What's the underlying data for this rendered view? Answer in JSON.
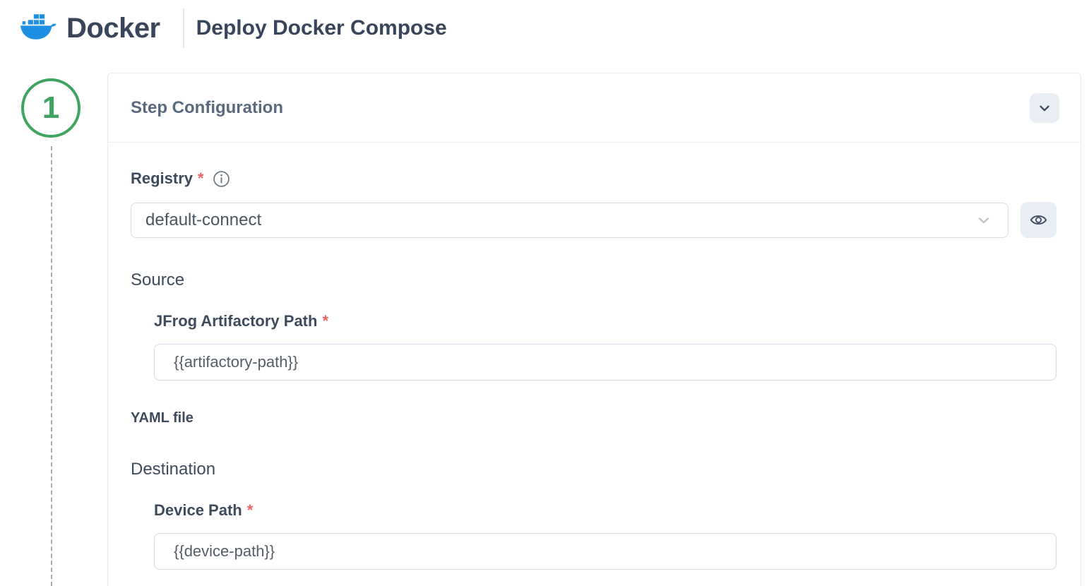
{
  "header": {
    "app_title": "Docker",
    "page_title": "Deploy Docker Compose"
  },
  "step": {
    "number": "1",
    "title": "Step Configuration"
  },
  "form": {
    "registry": {
      "label": "Registry",
      "required_mark": "*",
      "selected_value": "default-connect"
    },
    "source_section_label": "Source",
    "artifactory_path": {
      "label": "JFrog Artifactory Path",
      "required_mark": "*",
      "value": "{{artifactory-path}}"
    },
    "yaml_file_label": "YAML file",
    "destination_section_label": "Destination",
    "device_path": {
      "label": "Device Path",
      "required_mark": "*",
      "value": "{{device-path}}"
    }
  },
  "icons": {
    "logo": "docker-whale-icon",
    "registry_info": "info-icon",
    "collapse": "chevron-down-icon",
    "select_indicator": "chevron-down-icon",
    "reveal": "eye-icon"
  },
  "colors": {
    "docker_blue": "#1D90E3",
    "step_green": "#3FA45F",
    "heading_dark": "#39455B",
    "label_dark": "#3E4B5C",
    "section_title": "#5A6A7E",
    "required_red": "#F0605C",
    "input_text": "#555E68",
    "input_border": "#D2DBE6",
    "select_border": "#D9DFE8",
    "button_bg": "#E9EEF4",
    "card_border": "#E7EBEF"
  }
}
